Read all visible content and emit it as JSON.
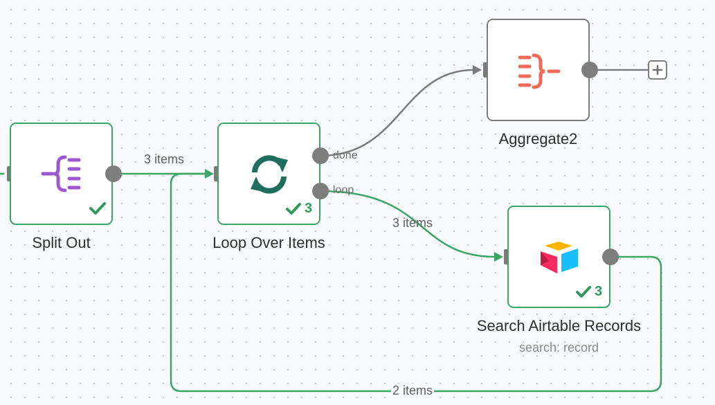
{
  "nodes": {
    "split_out": {
      "title": "Split Out"
    },
    "loop_over_items": {
      "title": "Loop Over Items",
      "count": "3",
      "outputs": {
        "done": "done",
        "loop": "loop"
      }
    },
    "aggregate": {
      "title": "Aggregate2"
    },
    "search_airtable": {
      "title": "Search Airtable Records",
      "subtitle": "search: record",
      "count": "3"
    }
  },
  "edges": {
    "split_to_loop": "3 items",
    "loop_to_search": "3 items",
    "search_back_to_loop": "2 items"
  },
  "colors": {
    "success": "#3aa565",
    "neutral": "#7b7b7b",
    "split_icon": "#9b59d0",
    "loop_icon": "#1f6f5c",
    "aggregate_icon": "#f06b57"
  },
  "icons": {
    "split_out": "split-out-icon",
    "loop": "loop-arrows-icon",
    "aggregate": "aggregate-icon",
    "airtable": "airtable-logo-icon",
    "check": "check-icon",
    "plus": "plus-icon"
  }
}
